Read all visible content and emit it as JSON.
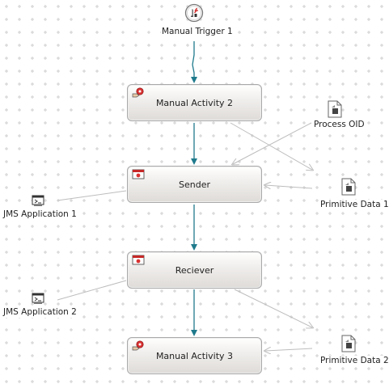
{
  "diagram": {
    "trigger": {
      "label": "Manual Trigger 1",
      "icon": "manual-trigger-icon"
    },
    "activities": [
      {
        "id": "manual_activity_2",
        "label": "Manual Activity 2",
        "icon": "manual-activity-icon"
      },
      {
        "id": "sender",
        "label": "Sender",
        "icon": "application-activity-icon"
      },
      {
        "id": "reciever",
        "label": "Reciever",
        "icon": "application-activity-icon"
      },
      {
        "id": "manual_activity_3",
        "label": "Manual Activity 3",
        "icon": "manual-activity-icon"
      }
    ],
    "data": [
      {
        "id": "process_oid",
        "label": "Process OID",
        "icon": "data-document-icon"
      },
      {
        "id": "primitive_data_1",
        "label": "Primitive Data 1",
        "icon": "data-document-icon"
      },
      {
        "id": "primitive_data_2",
        "label": "Primitive Data 2",
        "icon": "data-document-icon"
      }
    ],
    "applications": [
      {
        "id": "jms_application_1",
        "label": "JMS Application 1",
        "icon": "jms-application-icon"
      },
      {
        "id": "jms_application_2",
        "label": "JMS Application 2",
        "icon": "jms-application-icon"
      }
    ],
    "colors": {
      "control_flow": "#1f7a8c",
      "data_mapping": "#bdbdbd",
      "activity_border": "#a9a9a9"
    }
  }
}
